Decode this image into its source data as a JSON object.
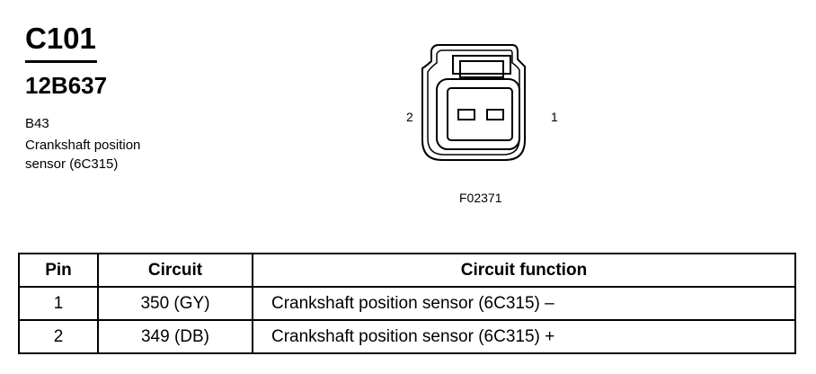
{
  "header": {
    "connector_id": "C101",
    "part_number": "12B637",
    "component_code": "B43",
    "component_description": "Crankshaft position sensor (6C315)"
  },
  "diagram": {
    "figure_id": "F02371",
    "pin_left_label": "2",
    "pin_right_label": "1"
  },
  "table": {
    "headers": [
      "Pin",
      "Circuit",
      "Circuit function"
    ],
    "rows": [
      [
        "1",
        "350 (GY)",
        "Crankshaft position sensor (6C315) –"
      ],
      [
        "2",
        "349 (DB)",
        "Crankshaft position sensor (6C315) +"
      ]
    ]
  }
}
